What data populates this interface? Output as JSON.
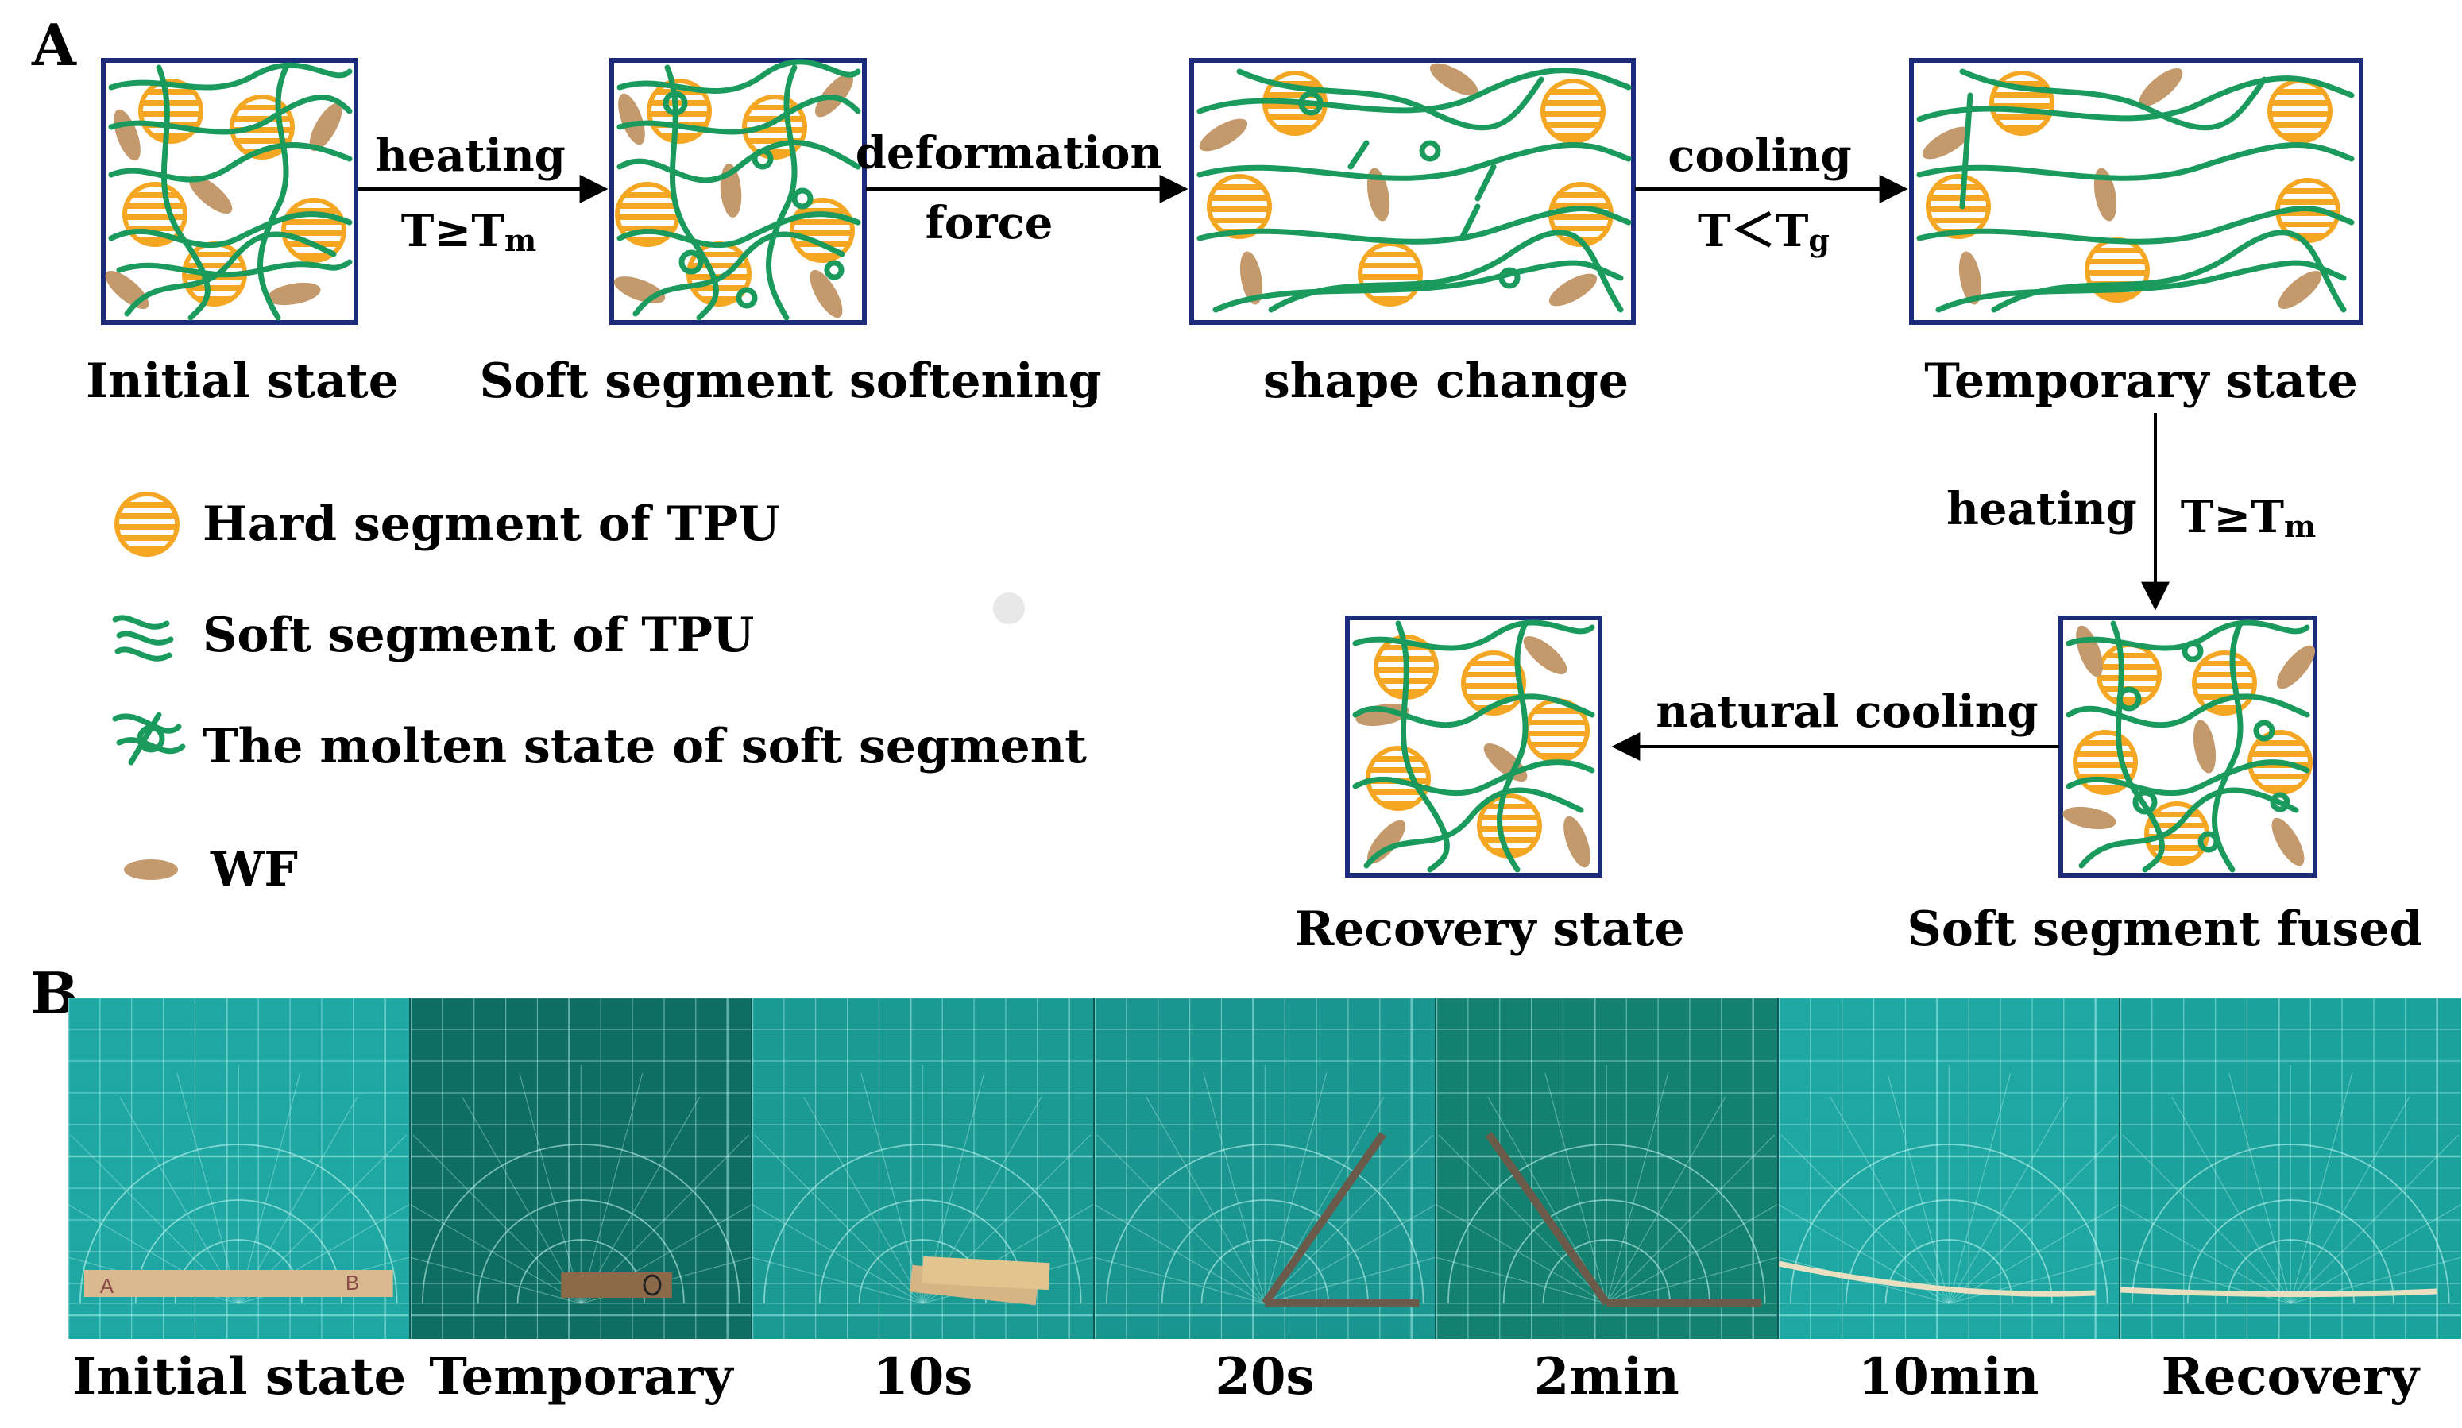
{
  "panels": {
    "a_label": "A",
    "b_label": "B"
  },
  "states": {
    "initial": "Initial state",
    "soft_softening": "Soft segment softening",
    "shape_change": "shape change",
    "temporary": "Temporary state",
    "soft_fused": "Soft segment fused",
    "recovery": "Recovery state"
  },
  "arrows": {
    "heating_1": "heating",
    "heating_1_cond_main": "T≥T",
    "heating_1_cond_sub": "m",
    "deform_1": "deformation",
    "deform_2": "force",
    "cooling": "cooling",
    "cooling_cond_main": "T＜T",
    "cooling_cond_sub": "g",
    "heating_2": "heating",
    "heating_2_cond_main": "T≥T",
    "heating_2_cond_sub": "m",
    "natural_cooling": "natural cooling"
  },
  "legend": {
    "hard": "Hard segment of TPU",
    "soft": "Soft segment of TPU",
    "molten": "The molten state of soft segment",
    "wf": "WF"
  },
  "photo_captions": [
    "Initial state",
    "Temporary",
    "10s",
    "20s",
    "2min",
    "10min",
    "Recovery"
  ],
  "photo_marks": {
    "a": "A",
    "b": "B"
  },
  "colors": {
    "hard_segment": "#f5a623",
    "soft_segment": "#1a9a5c",
    "wf": "#c49a6c",
    "box_border": "#1c2a7a",
    "mat_green": "#1fa8a3"
  }
}
